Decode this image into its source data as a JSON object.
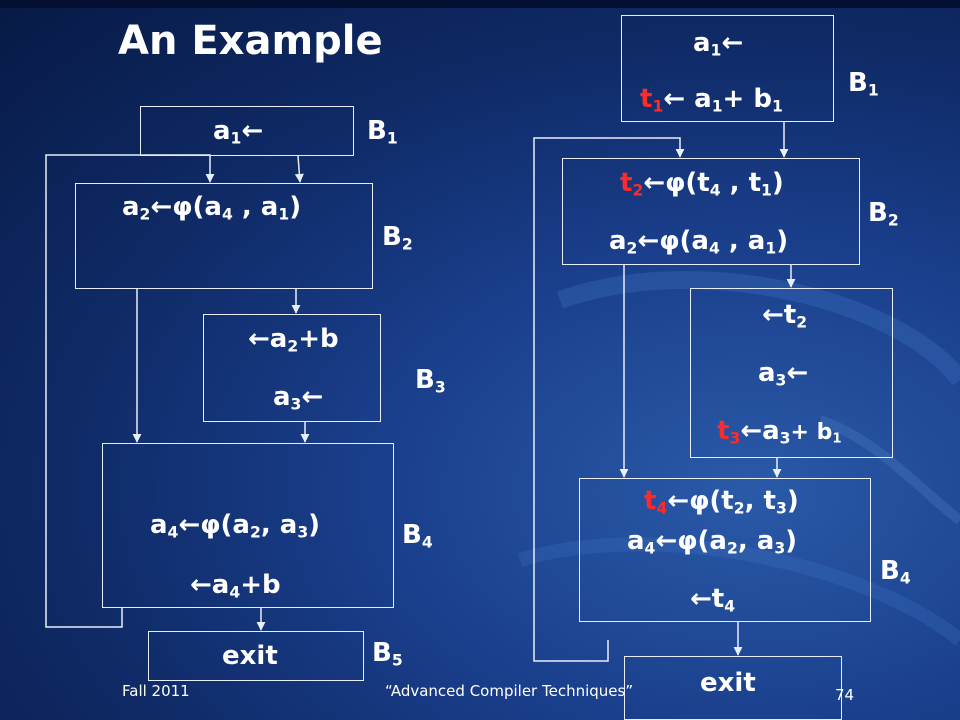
{
  "title": "An Example",
  "footer": {
    "left": "Fall 2011",
    "center": "“Advanced Compiler Techniques”",
    "page": "74"
  },
  "left_cfg": {
    "b1": {
      "label": "B1",
      "lines": [
        "a1←"
      ]
    },
    "b2": {
      "label": "B2",
      "lines": [
        "a2←φ(a4 , a1)"
      ]
    },
    "b3": {
      "label": "B3",
      "lines": [
        "←a2+b",
        "a3←"
      ]
    },
    "b4": {
      "label": "B4",
      "lines": [
        "a4←φ(a2, a3)",
        "←a4+b"
      ]
    },
    "b5": {
      "label": "B5",
      "lines": [
        "exit"
      ]
    }
  },
  "right_cfg": {
    "b1": {
      "label": "B1",
      "lines": [
        "a1←",
        "t1← a1+ b1"
      ]
    },
    "b2": {
      "label": "B2",
      "lines": [
        "t2←φ(t4 , t1)",
        "a2←φ(a4 , a1)"
      ]
    },
    "b3": {
      "lines": [
        "←t2",
        "a3←",
        "t3←a3+ b1"
      ]
    },
    "b4": {
      "label": "B4",
      "lines": [
        "t4←φ(t2, t3)",
        "a4←φ(a2, a3)",
        "←t4"
      ]
    },
    "exit": {
      "lines": [
        "exit"
      ]
    }
  }
}
